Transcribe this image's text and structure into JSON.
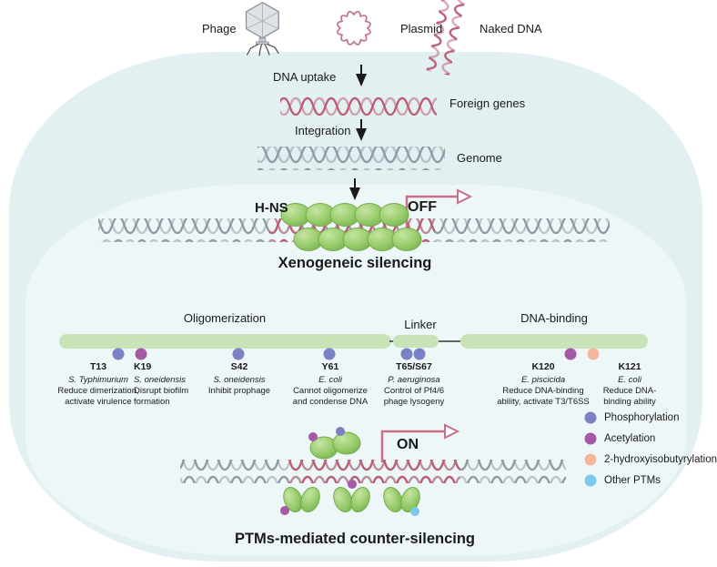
{
  "entry_sources": {
    "phage_label": "Phage",
    "plasmid_label": "Plasmid",
    "naked_dna_label": "Naked DNA"
  },
  "flow": {
    "dna_uptake": "DNA uptake",
    "foreign_genes": "Foreign genes",
    "integration": "Integration",
    "genome": "Genome"
  },
  "silencing": {
    "hns_label": "H-NS",
    "state": "OFF",
    "caption": "Xenogeneic silencing"
  },
  "domains": {
    "oligomerization": "Oligomerization",
    "linker": "Linker",
    "dna_binding": "DNA-binding"
  },
  "sites": [
    {
      "residue": "T13",
      "species": "S. Typhimurium",
      "effect": "Reduce dimerization, activate virulence",
      "type": "phosphorylation"
    },
    {
      "residue": "K19",
      "species": "S. oneidensis",
      "effect": "Disrupt biofilm formation",
      "type": "acetylation"
    },
    {
      "residue": "S42",
      "species": "S. oneidensis",
      "effect": "Inhibit prophage",
      "type": "phosphorylation"
    },
    {
      "residue": "Y61",
      "species": "E. coli",
      "effect": "Cannot oligomerize and condense DNA",
      "type": "phosphorylation"
    },
    {
      "residue": "T65/S67",
      "species": "P. aeruginosa",
      "effect": "Control of Pf4/6 phage lysogeny",
      "type": "phosphorylation"
    },
    {
      "residue": "K120",
      "species": "E. piscicida",
      "effect": "Reduce DNA-binding ability, activate T3/T6SS",
      "type": "acetylation"
    },
    {
      "residue": "K121",
      "species": "E. coli",
      "effect": "Reduce DNA-binding ability",
      "type": "2-hydroxyisobutyrylation"
    }
  ],
  "legend": [
    {
      "label": "Phosphorylation",
      "color_key": "phosphorylation"
    },
    {
      "label": "Acetylation",
      "color_key": "acetylation"
    },
    {
      "label": "2-hydroxyisobutyrylation",
      "color_key": "hydroxyisobutyrylation"
    },
    {
      "label": "Other PTMs",
      "color_key": "other_ptms"
    }
  ],
  "counter_silencing": {
    "state": "ON",
    "caption": "PTMs-mediated counter-silencing"
  },
  "colors": {
    "phosphorylation": "#7b82c4",
    "acetylation": "#a55aa5",
    "hydroxyisobutyrylation": "#f4b79b",
    "other_ptms": "#7ec8e8",
    "foreign_dna": "#bb5f77",
    "genome_dna": "#8f9aa3",
    "hns_green": "#97cb6a",
    "domain_bar": "#c9e3b8",
    "promoter_arrow": "#c96f87",
    "cell_outer": "#e3f0f2",
    "cell_inner": "#eef7f8"
  }
}
